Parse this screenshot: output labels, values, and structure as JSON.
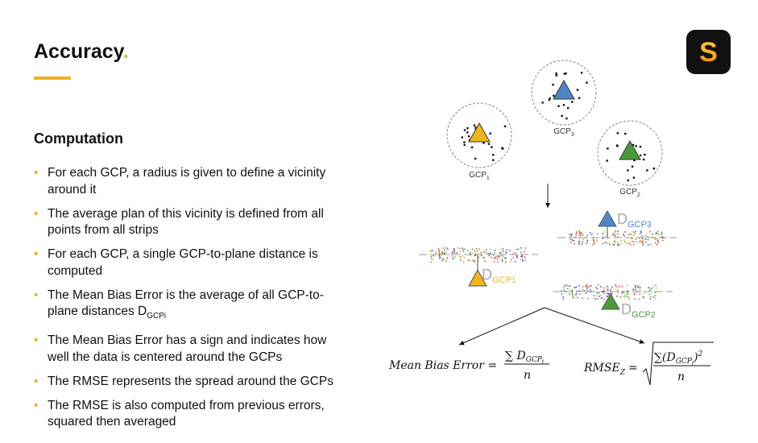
{
  "slide": {
    "title": "Accuracy",
    "title_dot": ".",
    "subtitle": "Computation",
    "accent_color": "#f0b020"
  },
  "logo": {
    "letter": "S",
    "icon": "brand-s-logo-icon"
  },
  "bullets": [
    {
      "text": "For each GCP, a radius is given to define a vicinity around it"
    },
    {
      "text": "The average plan of this vicinity is defined from all points from all strips"
    },
    {
      "text": "For each GCP, a single GCP-to-plane distance is computed"
    },
    {
      "text": "The Mean Bias Error is the average of all GCP-to-plane distances D",
      "sub": "GCPi"
    },
    {
      "text": "The Mean Bias Error has a sign and indicates how well the data is centered around the GCPs"
    },
    {
      "text": "The RMSE represents the spread around the GCPs"
    },
    {
      "text": "The RMSE is also computed from previous errors, squared then averaged"
    }
  ],
  "diagram": {
    "gcps": [
      {
        "label": "GCP",
        "sub": "1",
        "color": "#f0b41e"
      },
      {
        "label": "GCP",
        "sub": "2",
        "color": "#4a9a3a"
      },
      {
        "label": "GCP",
        "sub": "3",
        "color": "#4f86c6"
      }
    ],
    "distances": [
      {
        "d": "D",
        "sub": "GCP",
        "index": "1",
        "color": "#f0b41e"
      },
      {
        "d": "D",
        "sub": "GCP",
        "index": "2",
        "color": "#4a9a3a"
      },
      {
        "d": "D",
        "sub": "GCP",
        "index": "3",
        "color": "#4f86c6"
      }
    ],
    "formulas": {
      "mbe_label": "Mean Bias Error =",
      "mbe_numerator": "∑ D",
      "mbe_sub": "GCP",
      "mbe_index": "i",
      "denominator": "n",
      "rmse_label": "RMSE",
      "rmse_sub": "Z",
      "equals": "=",
      "rmse_numerator": "∑(D",
      "rmse_sub2": "GCP",
      "rmse_index": "i",
      "rmse_close": ")",
      "rmse_power": "2"
    }
  }
}
